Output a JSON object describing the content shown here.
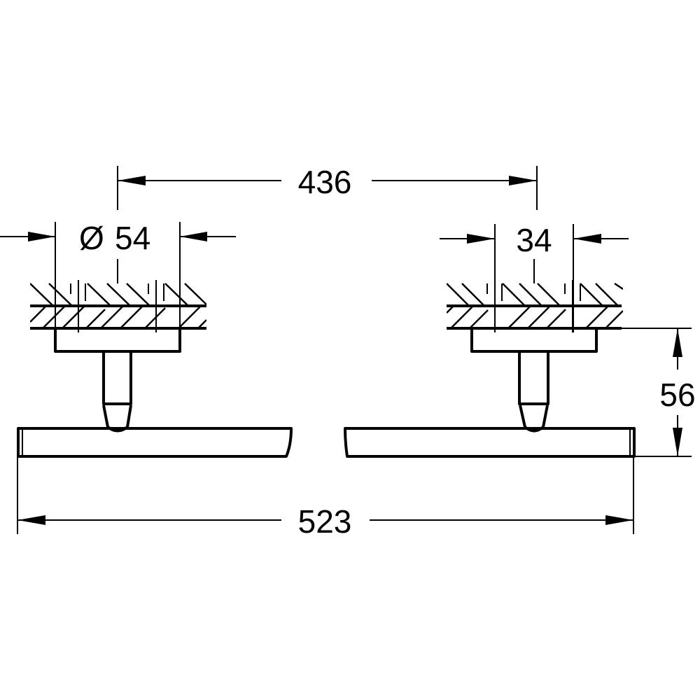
{
  "drawing": {
    "type": "technical dimension drawing",
    "subject": "towel rail, front view with two wall mounts",
    "line_color": "#000000",
    "background": "#ffffff"
  },
  "dimensions": {
    "mount_spacing": "436",
    "rosette_diameter_symbol": "Ø",
    "rosette_diameter": "54",
    "rosette_diameter_label": "Ø 54",
    "post_width": "34",
    "projection": "56",
    "overall_length": "523"
  }
}
